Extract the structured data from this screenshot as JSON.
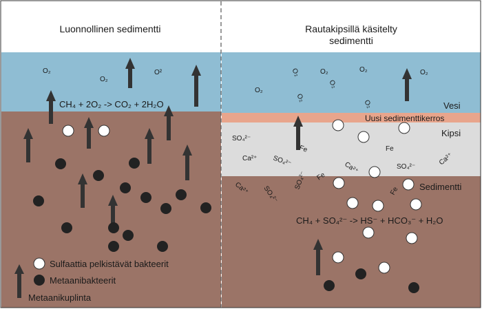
{
  "colors": {
    "water": "#8fbdd3",
    "sediment": "#9b7467",
    "gypsum": "#dcdcdc",
    "new_layer": "#e8a58c",
    "arrow": "#333333",
    "methane_bacteria": "#222222",
    "sulfate_bacteria": "#ffffff"
  },
  "left": {
    "title": "Luonnollinen sedimentti",
    "equation": "CH₄ + 2O₂ -> CO₂ + 2H₂O",
    "o2_labels": [
      "O₂",
      "O₂",
      "O²"
    ]
  },
  "right": {
    "title_line1": "Rautakipsillä käsitelty",
    "title_line2": "sedimentti",
    "layer_water": "Vesi",
    "layer_new": "Uusi sedimenttikerros",
    "layer_gypsum": "Kipsi",
    "layer_sediment": "Sedimentti",
    "equation": "CH₄ + SO₄²⁻ -> HS⁻ + HCO₃⁻ + H₂O",
    "o2_labels": [
      "O₂",
      "O₂",
      "O₂",
      "O₂",
      "O₂",
      "O₂",
      "O₂",
      "O₂"
    ],
    "so4_labels": [
      "SO₄²⁻",
      "SO₄²⁻",
      "SO₄²⁻",
      "SO₄²⁻",
      "SO₄²⁻"
    ],
    "ca_labels": [
      "Ca²⁺",
      "Ca²⁺",
      "Ca²⁺",
      "Ca²⁺"
    ],
    "fe_labels": [
      "Fe",
      "Fe",
      "Fe",
      "Fe"
    ]
  },
  "legend": {
    "sulfate": "Sulfaattia pelkistävät bakteerit",
    "methane": "Metaanibakteerit",
    "bubbles": "Metaanikuplinta"
  }
}
